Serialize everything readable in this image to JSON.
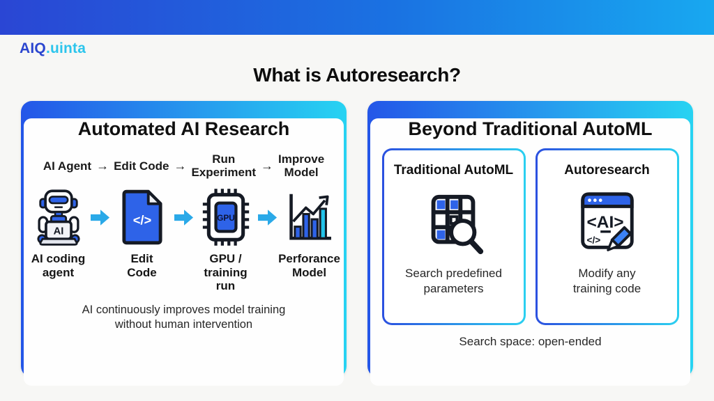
{
  "brand": {
    "name_primary": "AIQ",
    "name_secondary": ".uinta"
  },
  "title": "What is Autoresearch?",
  "left_panel": {
    "title": "Automated AI Research",
    "arrow_glyph": "→",
    "flow": [
      {
        "l1": "AI Agent",
        "l2": ""
      },
      {
        "l1": "Edit Code",
        "l2": ""
      },
      {
        "l1": "Run",
        "l2": "Experiment"
      },
      {
        "l1": "Improve",
        "l2": "Model"
      }
    ],
    "steps": [
      {
        "icon": "robot-coding-icon",
        "l1": "AI coding",
        "l2": "agent",
        "l3": ""
      },
      {
        "icon": "code-file-icon",
        "l1": "Edit",
        "l2": "Code",
        "l3": ""
      },
      {
        "icon": "gpu-chip-icon",
        "l1": "GPU /",
        "l2": "training",
        "l3": "run"
      },
      {
        "icon": "performance-chart-icon",
        "l1": "Perforance",
        "l2": "Model",
        "l3": ""
      }
    ],
    "icon_texts": {
      "robot_badge": "AI",
      "code_glyph": "</>",
      "gpu_label": "GPU"
    },
    "caption_l1": "AI continuously improves model training",
    "caption_l2": "without human intervention"
  },
  "right_panel": {
    "title": "Beyond Traditional AutoML",
    "cards": [
      {
        "title": "Traditional AutoML",
        "icon": "grid-search-icon",
        "caption_l1": "Search predefined",
        "caption_l2": "parameters"
      },
      {
        "title": "Autoresearch",
        "icon": "ai-browser-icon",
        "caption_l1": "Modify any",
        "caption_l2": "training code"
      }
    ],
    "icon_texts": {
      "browser_ai": "<AI>",
      "browser_code": "</>"
    },
    "caption": "Search space: open-ended"
  },
  "colors": {
    "banner_gradient_left": "#2a46d4",
    "banner_gradient_right": "#18a8f0",
    "panel_border_left": "#2456e8",
    "panel_border_right": "#27d3f2",
    "accent_blue": "#2e63e8",
    "accent_cyan": "#22c3ea",
    "arrow_blue": "#2aa9e8",
    "logo_primary": "#2b46cf",
    "logo_secondary": "#2cc5ec",
    "outline_dark": "#151a24"
  }
}
